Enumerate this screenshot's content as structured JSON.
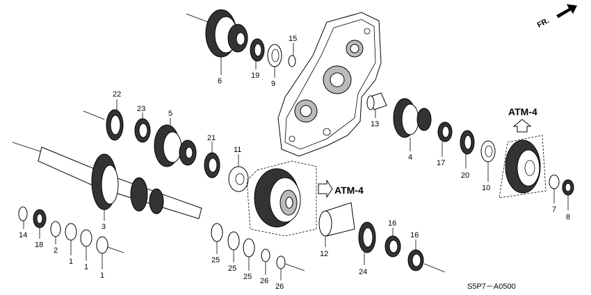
{
  "diagram": {
    "diagram_code": "S5P7－A0500",
    "orientation_label": "FR.",
    "reference_labels": [
      "ATM-4",
      "ATM-4"
    ],
    "callouts": [
      "1",
      "1",
      "1",
      "2",
      "3",
      "4",
      "5",
      "6",
      "7",
      "8",
      "9",
      "10",
      "11",
      "12",
      "13",
      "14",
      "15",
      "16",
      "16",
      "17",
      "18",
      "19",
      "20",
      "21",
      "22",
      "23",
      "24",
      "25",
      "25",
      "25",
      "26",
      "26"
    ]
  }
}
